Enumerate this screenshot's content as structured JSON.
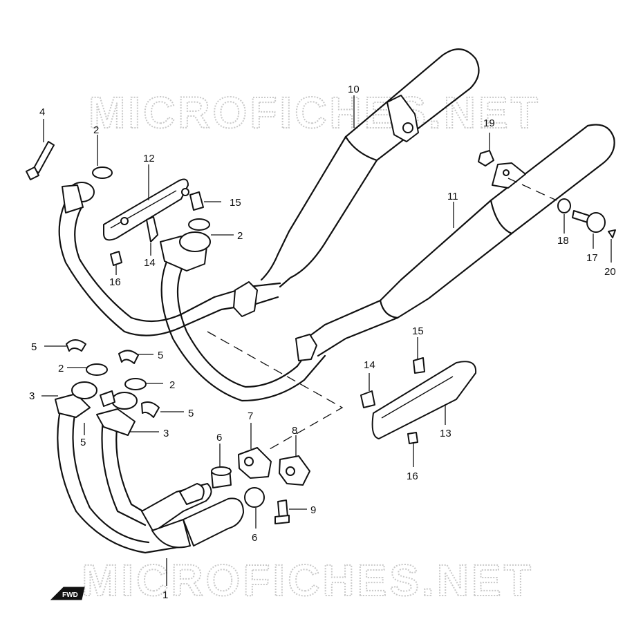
{
  "watermark": {
    "top": "MICROFICHES.NET",
    "bottom": "MICROFICHES.NET"
  },
  "fwd_label": "FWD",
  "callouts": [
    {
      "id": "c1",
      "label": "1"
    },
    {
      "id": "c2a",
      "label": "2"
    },
    {
      "id": "c2b",
      "label": "2"
    },
    {
      "id": "c2c",
      "label": "2"
    },
    {
      "id": "c2d",
      "label": "2"
    },
    {
      "id": "c3a",
      "label": "3"
    },
    {
      "id": "c3b",
      "label": "3"
    },
    {
      "id": "c4",
      "label": "4"
    },
    {
      "id": "c5a",
      "label": "5"
    },
    {
      "id": "c5b",
      "label": "5"
    },
    {
      "id": "c5c",
      "label": "5"
    },
    {
      "id": "c5d",
      "label": "5"
    },
    {
      "id": "c6a",
      "label": "6"
    },
    {
      "id": "c6b",
      "label": "6"
    },
    {
      "id": "c7",
      "label": "7"
    },
    {
      "id": "c8",
      "label": "8"
    },
    {
      "id": "c9",
      "label": "9"
    },
    {
      "id": "c10",
      "label": "10"
    },
    {
      "id": "c11",
      "label": "11"
    },
    {
      "id": "c12",
      "label": "12"
    },
    {
      "id": "c13",
      "label": "13"
    },
    {
      "id": "c14a",
      "label": "14"
    },
    {
      "id": "c14b",
      "label": "14"
    },
    {
      "id": "c15a",
      "label": "15"
    },
    {
      "id": "c15b",
      "label": "15"
    },
    {
      "id": "c16a",
      "label": "16"
    },
    {
      "id": "c16b",
      "label": "16"
    },
    {
      "id": "c17",
      "label": "17"
    },
    {
      "id": "c18",
      "label": "18"
    },
    {
      "id": "c19",
      "label": "19"
    },
    {
      "id": "c20",
      "label": "20"
    }
  ]
}
